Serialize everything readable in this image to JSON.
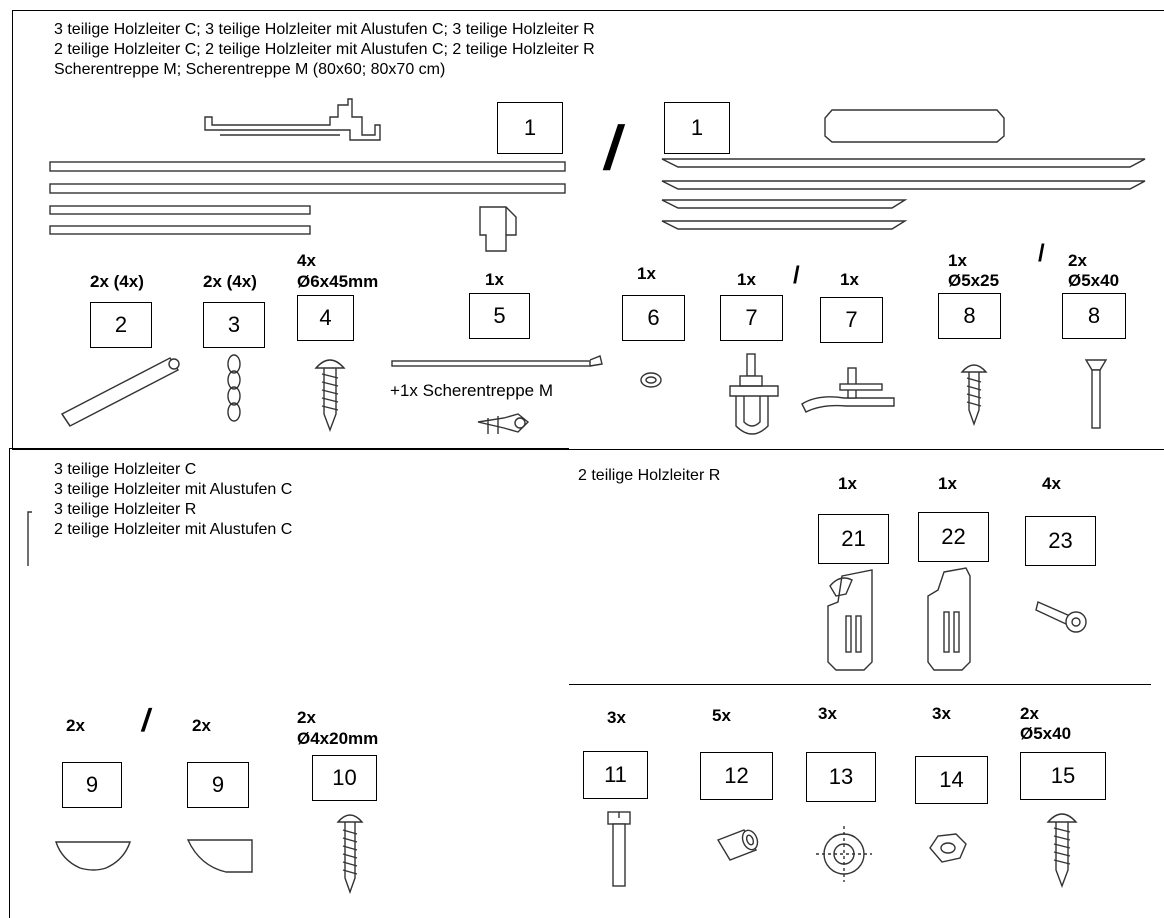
{
  "top": {
    "headers": [
      "3 teilige Holzleiter C; 3 teilige Holzleiter mit Alustufen C; 3 teilige Holzleiter R",
      "2 teilige Holzleiter C; 2 teilige Holzleiter mit Alustufen C; 2 teilige Holzleiter R",
      "Scherentreppe M; Scherentreppe M (80x60; 80x70 cm)"
    ],
    "box1a": "1",
    "box1b": "1",
    "slash": "/",
    "parts": [
      {
        "num": "2",
        "qty": "2x (4x)"
      },
      {
        "num": "3",
        "qty": "2x (4x)"
      },
      {
        "num": "4",
        "qty": "4x",
        "spec": "Ø6x45mm"
      },
      {
        "num": "5",
        "qty": "1x"
      },
      {
        "num": "6",
        "qty": "1x"
      },
      {
        "num": "7",
        "qty": "1x"
      },
      {
        "num": "7",
        "qty": "1x"
      },
      {
        "num": "8",
        "qty": "1x",
        "spec": "Ø5x25"
      },
      {
        "num": "8",
        "qty": "2x",
        "spec": "Ø5x40"
      }
    ],
    "extra_note": "+1x Scherentreppe M"
  },
  "bottom_left": {
    "headers": [
      "3 teilige Holzleiter C",
      "3 teilige Holzleiter mit Alustufen C",
      "3 teilige Holzleiter R",
      "2 teilige Holzleiter mit Alustufen C"
    ],
    "parts": [
      {
        "num": "9",
        "qty": "2x"
      },
      {
        "num": "9",
        "qty": "2x"
      },
      {
        "num": "10",
        "qty": "2x",
        "spec": "Ø4x20mm"
      }
    ],
    "slash": "/"
  },
  "bottom_right": {
    "header": "2 teilige Holzleiter R",
    "parts_top": [
      {
        "num": "21",
        "qty": "1x"
      },
      {
        "num": "22",
        "qty": "1x"
      },
      {
        "num": "23",
        "qty": "4x"
      }
    ],
    "parts_bottom": [
      {
        "num": "11",
        "qty": "3x"
      },
      {
        "num": "12",
        "qty": "5x"
      },
      {
        "num": "13",
        "qty": "3x"
      },
      {
        "num": "14",
        "qty": "3x"
      },
      {
        "num": "15",
        "qty": "2x",
        "spec": "Ø5x40"
      }
    ]
  }
}
